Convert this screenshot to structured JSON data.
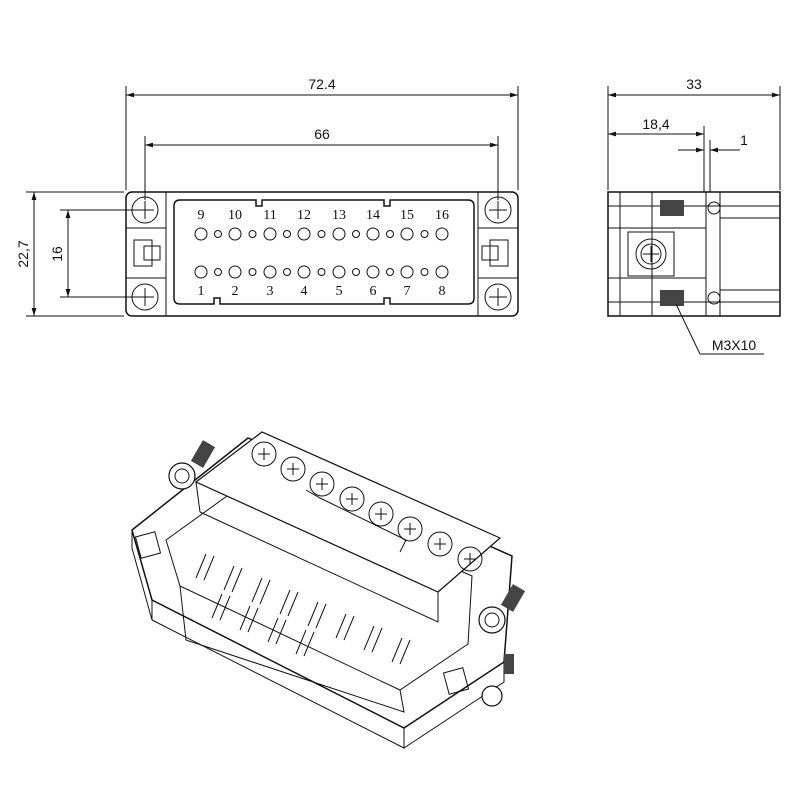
{
  "dimensions": {
    "overall_width": "72.4",
    "screw_spacing": "66",
    "overall_height": "22,7",
    "pin_row_span": "16",
    "side_depth": "33",
    "side_offset": "18,4",
    "side_small": "1",
    "screw_spec": "M3X10"
  },
  "pins": {
    "top_row": [
      "9",
      "10",
      "11",
      "12",
      "13",
      "14",
      "15",
      "16"
    ],
    "bottom_row": [
      "1",
      "2",
      "3",
      "4",
      "5",
      "6",
      "7",
      "8"
    ]
  }
}
